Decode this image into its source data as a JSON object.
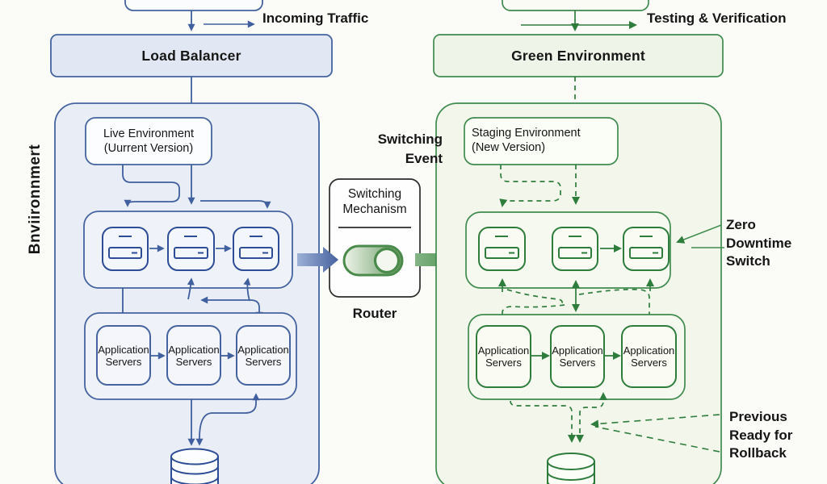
{
  "palette": {
    "blue_stroke": "#44639f",
    "blue_dark": "#2d4d96",
    "blue_env_fill": "#e8edf6",
    "blue_inner_fill": "#eff2f9",
    "green_stroke": "#3f8b4f",
    "green_dark": "#2f7d3d",
    "green_env_fill": "#f3f7eb",
    "green_inner_fill": "#f6f9ef",
    "text": "#161616",
    "toggle_green": "#4a8a4a"
  },
  "icons": {
    "server": "server-icon",
    "database": "database-cylinder-icon",
    "toggle": "toggle-switch-icon",
    "flow_blue": "big-blue-arrow-icon",
    "flow_green": "big-green-arrow-icon"
  },
  "annotations": {
    "incoming_traffic": "Incoming Traffic",
    "testing_verification": "Testing & Verification"
  },
  "blue_side": {
    "load_balancer": "Load Balancer",
    "environment_vertical_label": "Bnviironnmert",
    "live_environment": {
      "line1": "Live Environment",
      "line2": "(Uurrent Version)"
    },
    "application_servers": {
      "line1": "Application",
      "line2": "Servers"
    }
  },
  "switching": {
    "event": {
      "line1": "Switching",
      "line2": "Event"
    },
    "mechanism": {
      "line1": "Switching",
      "line2": "Mechanism"
    },
    "router": "Router"
  },
  "green_side": {
    "green_environment": "Green Environment",
    "staging_environment": {
      "line1": "Staging Environment",
      "line2": "(New Version)"
    },
    "application_servers": {
      "line1": "Application",
      "line2": "Servers"
    },
    "zero_downtime": {
      "line1": "Zero",
      "line2": "Downtime",
      "line3": "Switch"
    },
    "rollback": {
      "line1": "Previous",
      "line2": "Ready for",
      "line3": "Rollback"
    }
  }
}
